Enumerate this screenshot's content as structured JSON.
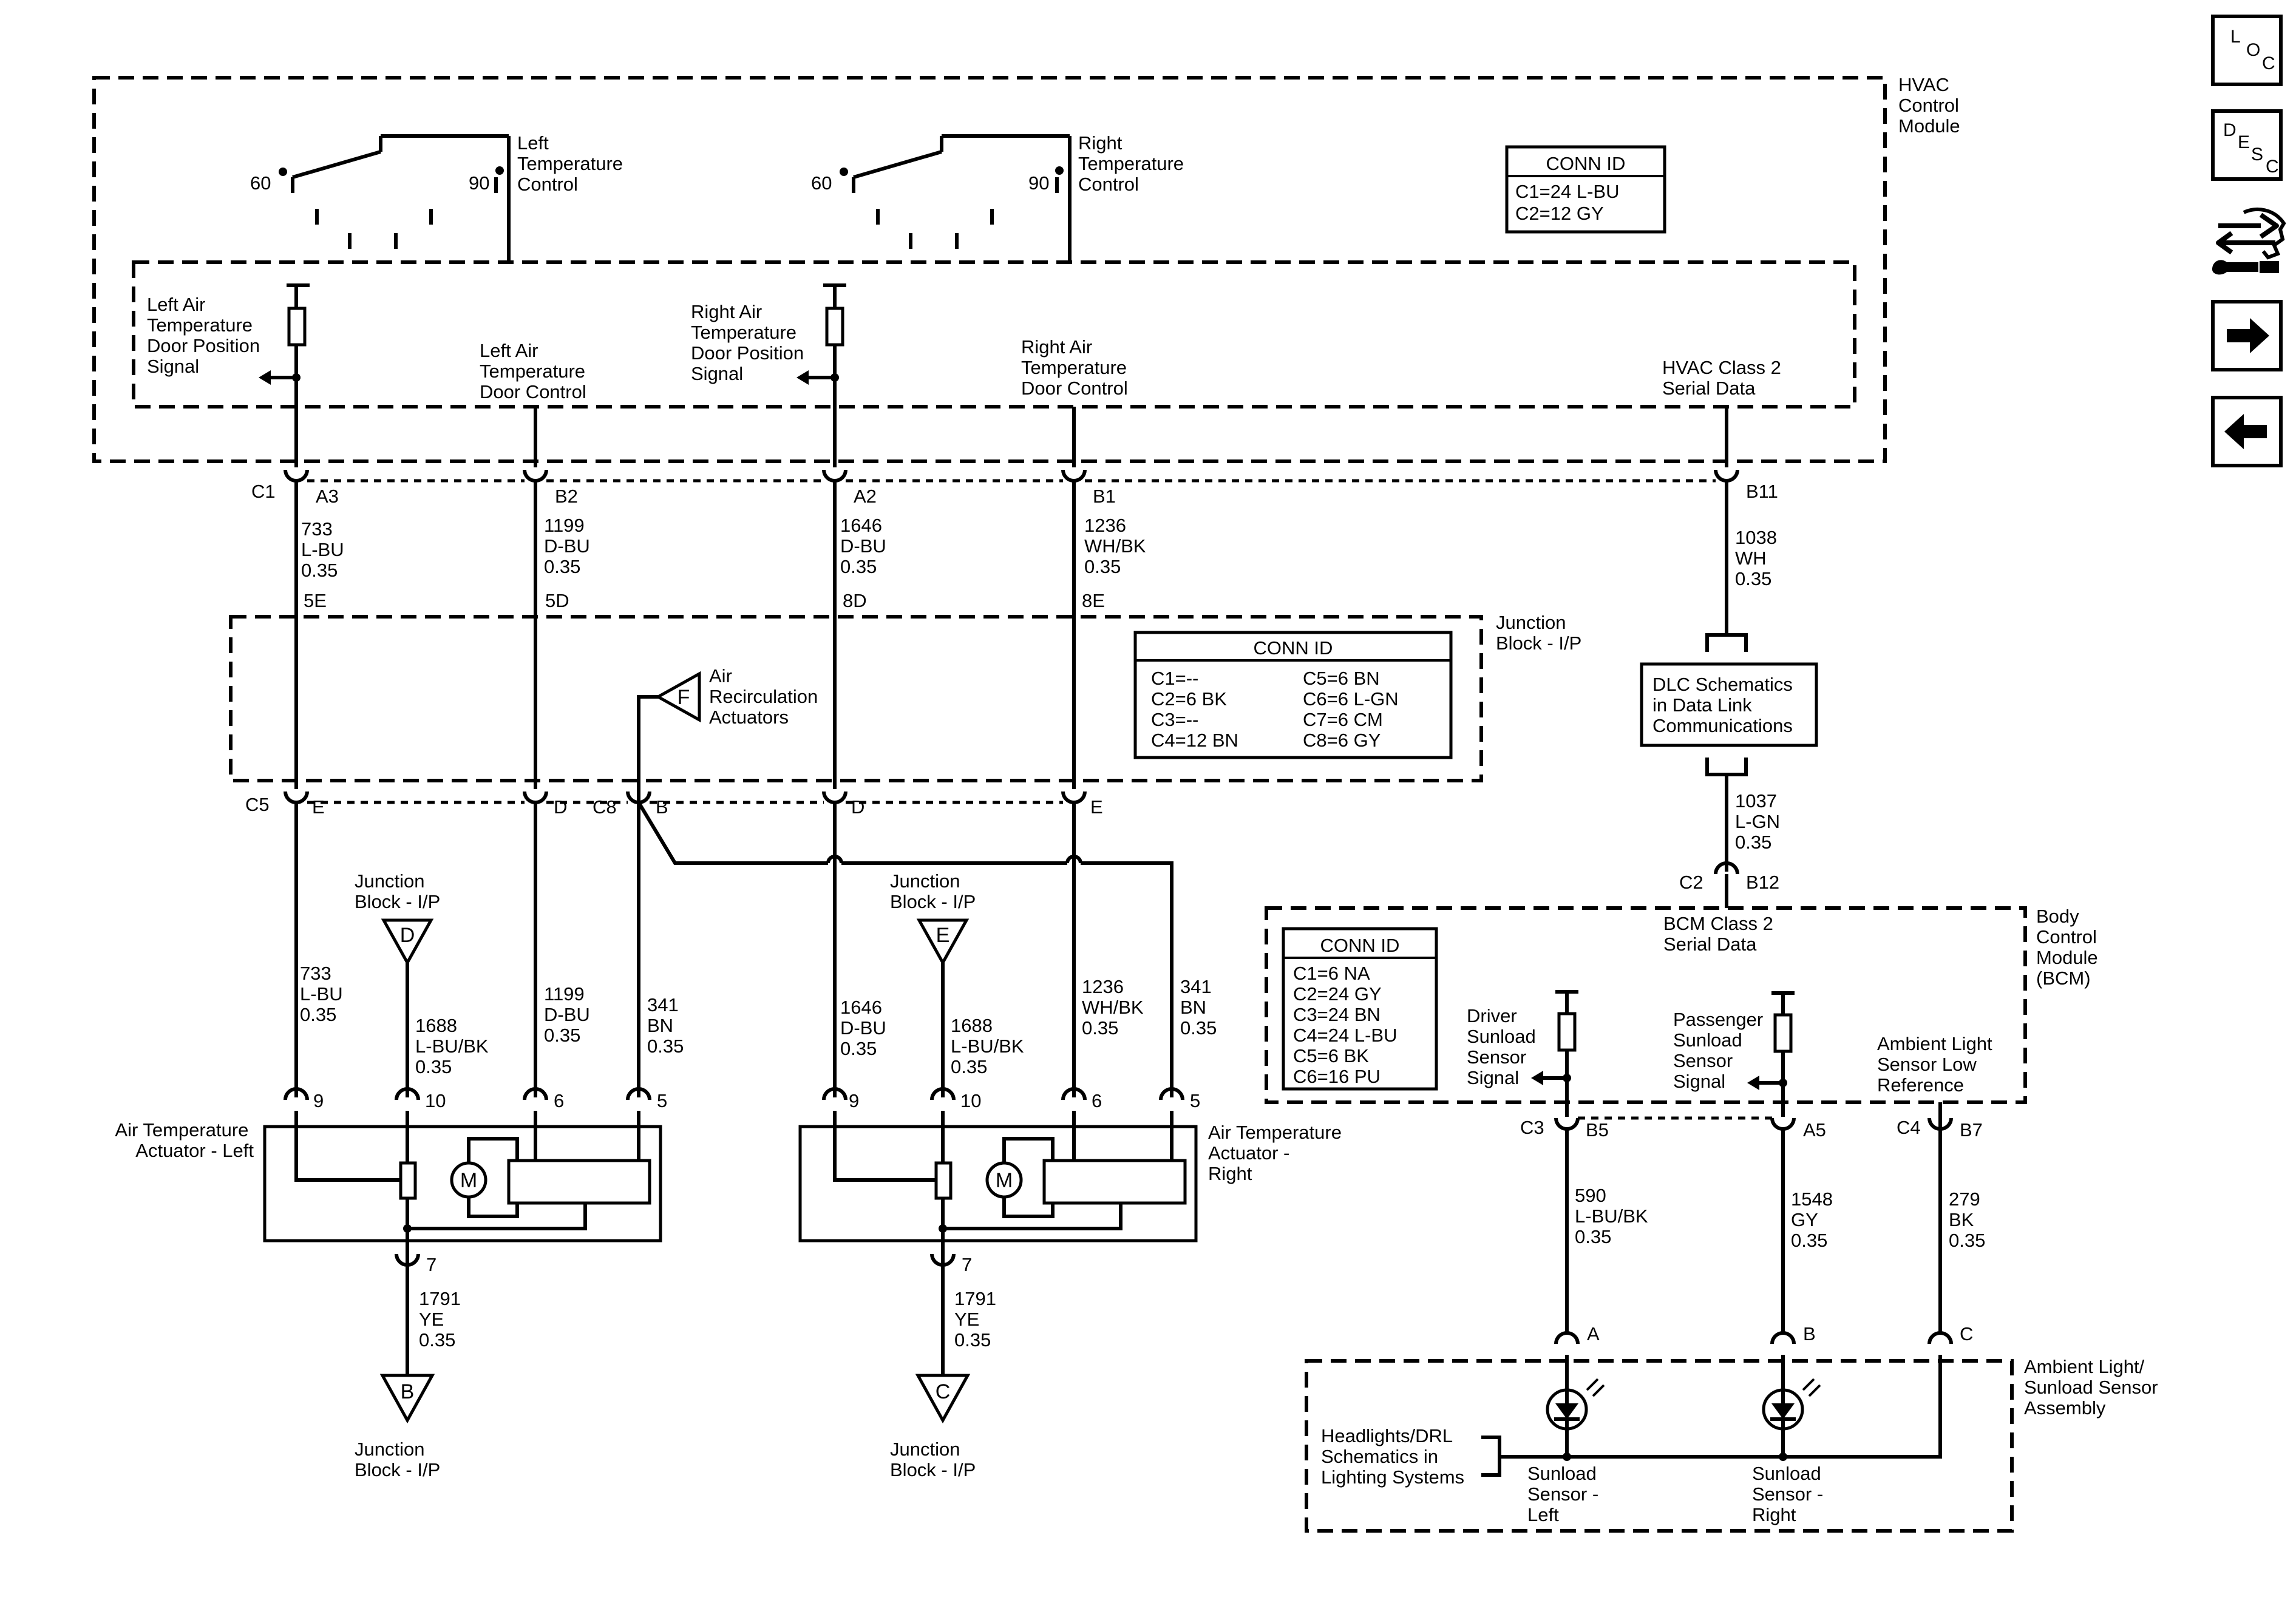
{
  "hvac_module": {
    "name": [
      "HVAC",
      "Control",
      "Module"
    ]
  },
  "left_temp_control": {
    "label": [
      "Left",
      "Temperature",
      "Control"
    ],
    "min": "60",
    "max": "90"
  },
  "right_temp_control": {
    "label": [
      "Right",
      "Temperature",
      "Control"
    ],
    "min": "60",
    "max": "90"
  },
  "hvac_conn": {
    "title": "CONN ID",
    "rows": [
      "C1=24 L-BU",
      "C2=12 GY"
    ]
  },
  "signals": {
    "left_pos": [
      "Left Air",
      "Temperature",
      "Door Position",
      "Signal"
    ],
    "left_ctl": [
      "Left Air",
      "Temperature",
      "Door Control"
    ],
    "right_pos": [
      "Right Air",
      "Temperature",
      "Door Position",
      "Signal"
    ],
    "right_ctl": [
      "Right Air",
      "Temperature",
      "Door Control"
    ],
    "class2": [
      "HVAC Class 2",
      "Serial Data"
    ]
  },
  "hvac_pins": {
    "conn": "C1",
    "p1": "A3",
    "p2": "B2",
    "p3": "A2",
    "p4": "B1",
    "p5": "B11"
  },
  "wires_top": {
    "w1": [
      "733",
      "L-BU",
      "0.35"
    ],
    "w2": [
      "1199",
      "D-BU",
      "0.35"
    ],
    "w3": [
      "1646",
      "D-BU",
      "0.35"
    ],
    "w4": [
      "1236",
      "WH/BK",
      "0.35"
    ],
    "w5": [
      "1038",
      "WH",
      "0.35"
    ],
    "w6": [
      "1037",
      "L-GN",
      "0.35"
    ]
  },
  "junction_block": {
    "name": [
      "Junction",
      "Block - I/P"
    ],
    "top_pins": [
      "5E",
      "5D",
      "8D",
      "8E"
    ],
    "bottom_pins": {
      "c5": "C5",
      "e1": "E",
      "d1": "D",
      "c8": "C8",
      "b": "B",
      "d2": "D",
      "e2": "E"
    },
    "recirc": {
      "flag": "F",
      "label": [
        "Air",
        "Recirculation",
        "Actuators"
      ]
    },
    "conn": {
      "title": "CONN ID",
      "left": [
        "C1=--",
        "C2=6 BK",
        "C3=--",
        "C4=12 BN"
      ],
      "right": [
        "C5=6 BN",
        "C6=6 L-GN",
        "C7=6 CM",
        "C8=6 GY"
      ]
    }
  },
  "dlc": {
    "label": [
      "DLC Schematics",
      "in Data Link",
      "Communications"
    ]
  },
  "left_actuator": {
    "label": [
      "Air Temperature",
      "Actuator - Left"
    ],
    "ref_flag": "D",
    "ref_label": [
      "Junction",
      "Block - I/P"
    ],
    "wire_a": [
      "733",
      "L-BU",
      "0.35"
    ],
    "wire_b": [
      "1688",
      "L-BU/BK",
      "0.35"
    ],
    "wire_c": [
      "1199",
      "D-BU",
      "0.35"
    ],
    "wire_d": [
      "341",
      "BN",
      "0.35"
    ],
    "pins": [
      "9",
      "10",
      "6",
      "5"
    ],
    "motor": "M",
    "gnd_pin": "7",
    "gnd_wire": [
      "1791",
      "YE",
      "0.35"
    ],
    "gnd_flag": "B",
    "gnd_label": [
      "Junction",
      "Block - I/P"
    ]
  },
  "right_actuator": {
    "label": [
      "Air Temperature",
      "Actuator -",
      "Right"
    ],
    "ref_flag": "E",
    "ref_label": [
      "Junction",
      "Block - I/P"
    ],
    "wire_a": [
      "1646",
      "D-BU",
      "0.35"
    ],
    "wire_b": [
      "1688",
      "L-BU/BK",
      "0.35"
    ],
    "wire_c": [
      "1236",
      "WH/BK",
      "0.35"
    ],
    "wire_d": [
      "341",
      "BN",
      "0.35"
    ],
    "pins": [
      "9",
      "10",
      "6",
      "5"
    ],
    "motor": "M",
    "gnd_pin": "7",
    "gnd_wire": [
      "1791",
      "YE",
      "0.35"
    ],
    "gnd_flag": "C",
    "gnd_label": [
      "Junction",
      "Block - I/P"
    ]
  },
  "bcm": {
    "name": [
      "Body",
      "Control",
      "Module",
      "(BCM)"
    ],
    "class2": [
      "BCM Class 2",
      "Serial Data"
    ],
    "top_pin": {
      "conn": "C2",
      "pin": "B12"
    },
    "conn": {
      "title": "CONN ID",
      "rows": [
        "C1=6 NA",
        "C2=24 GY",
        "C3=24 BN",
        "C4=24 L-BU",
        "C5=6 BK",
        "C6=16 PU"
      ]
    },
    "driver_sig": [
      "Driver",
      "Sunload",
      "Sensor",
      "Signal"
    ],
    "pass_sig": [
      "Passenger",
      "Sunload",
      "Sensor",
      "Signal"
    ],
    "ambient_ref": [
      "Ambient Light",
      "Sensor Low",
      "Reference"
    ],
    "bottom_pins": {
      "c3": "C3",
      "b5": "B5",
      "a5": "A5",
      "c4": "C4",
      "b7": "B7"
    }
  },
  "bcm_wires": {
    "w590": [
      "590",
      "L-BU/BK",
      "0.35"
    ],
    "w1548": [
      "1548",
      "GY",
      "0.35"
    ],
    "w279": [
      "279",
      "BK",
      "0.35"
    ]
  },
  "sensor_assembly": {
    "name": [
      "Ambient Light/",
      "Sunload Sensor",
      "Assembly"
    ],
    "pins": [
      "A",
      "B",
      "C"
    ],
    "left": [
      "Sunload",
      "Sensor -",
      "Left"
    ],
    "right": [
      "Sunload",
      "Sensor -",
      "Right"
    ],
    "headlights": [
      "Headlights/DRL",
      "Schematics in",
      "Lighting Systems"
    ]
  },
  "nav": {
    "loc": [
      "L",
      "O",
      "C"
    ],
    "desc": [
      "D",
      "E",
      "S",
      "C"
    ]
  }
}
